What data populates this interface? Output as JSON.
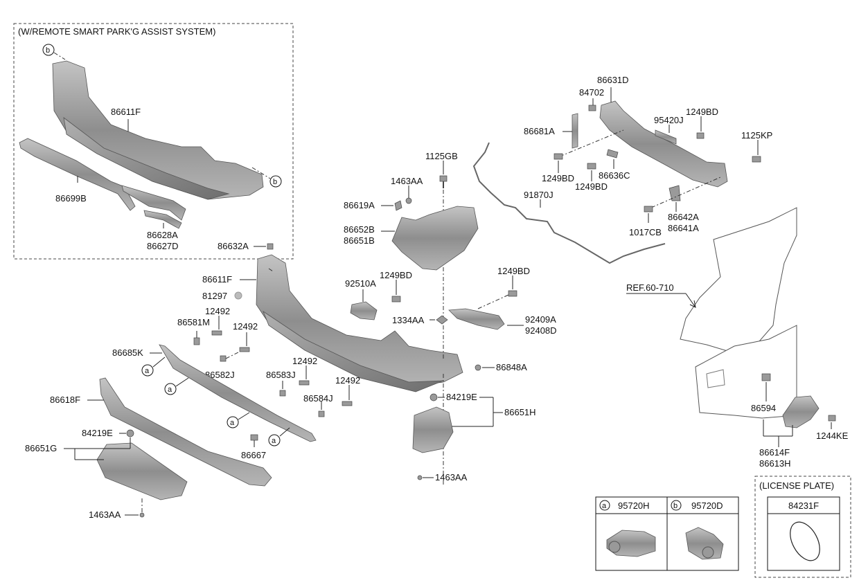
{
  "box_title": "(W/REMOTE SMART PARK'G ASSIST SYSTEM)",
  "ref_label": "REF.60-710",
  "labels": {
    "p86611F_top": "86611F",
    "p86699B": "86699B",
    "p86628A": "86628A",
    "p86627D": "86627D",
    "p86632A": "86632A",
    "p86611F": "86611F",
    "p81297": "81297",
    "p12492_1": "12492",
    "p86581M": "86581M",
    "p12492_2": "12492",
    "p86685K": "86685K",
    "p86582J": "86582J",
    "p12492_3": "12492",
    "p86583J": "86583J",
    "p12492_4": "12492",
    "p86584J": "86584J",
    "p86618F": "86618F",
    "p84219E_l": "84219E",
    "p86651G": "86651G",
    "p86667": "86667",
    "p1463AA_l": "1463AA",
    "p1125GB": "1125GB",
    "p1463AA_t": "1463AA",
    "p86619A": "86619A",
    "p86652B": "86652B",
    "p86651B": "86651B",
    "p92510A": "92510A",
    "p1249BD_c": "1249BD",
    "p1334AA": "1334AA",
    "p1249BD_r": "1249BD",
    "p92409A": "92409A",
    "p92408D": "92408D",
    "p86848A": "86848A",
    "p84219E_r": "84219E",
    "p86651H": "86651H",
    "p1463AA_b": "1463AA",
    "p86631D": "86631D",
    "p84702": "84702",
    "p86681A": "86681A",
    "p95420J": "95420J",
    "p1249BD_tr": "1249BD",
    "p1125KP": "1125KP",
    "p1249BD_m1": "1249BD",
    "p86636C": "86636C",
    "p1249BD_m2": "1249BD",
    "p91870J": "91870J",
    "p86642A": "86642A",
    "p86641A": "86641A",
    "p1017CB": "1017CB",
    "p86594": "86594",
    "p86614F": "86614F",
    "p86613H": "86613H",
    "p1244KE": "1244KE"
  },
  "callouts": {
    "a": "a",
    "b": "b"
  },
  "legend": {
    "a_part": "95720H",
    "b_part": "95720D",
    "license_title": "(LICENSE PLATE)",
    "license_part": "84231F"
  }
}
